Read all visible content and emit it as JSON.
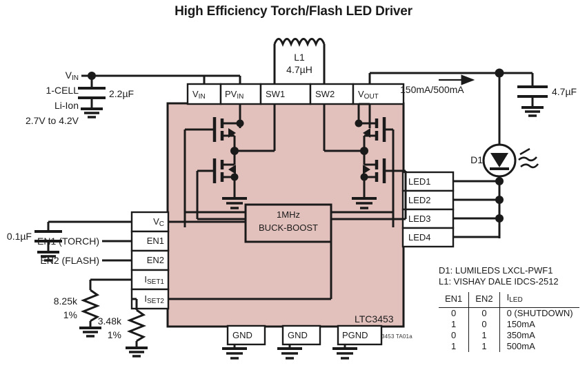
{
  "title": "High Efficiency Torch/Flash LED Driver",
  "part": {
    "name": "LTC3453",
    "doc_id": "3453 TA01a"
  },
  "colors": {
    "chip_fill": "#e2c0bc",
    "line": "#1a1a1a",
    "background": "#ffffff"
  },
  "source": {
    "vin_label": "V",
    "vin_sub": "IN",
    "line1": "1-CELL",
    "line2": "Li-Ion",
    "line3": "2.7V to 4.2V",
    "input_cap": "2.2µF"
  },
  "inductor": {
    "ref": "L1",
    "value": "4.7µH"
  },
  "output": {
    "vout_label": "V",
    "vout_sub": "OUT",
    "current": "150mA/500mA",
    "output_cap": "4.7µF"
  },
  "compensation": {
    "cap": "0.1µF"
  },
  "controls": [
    {
      "label": "EN1 (TORCH)"
    },
    {
      "label": "EN2 (FLASH)"
    }
  ],
  "resistors": [
    {
      "value": "8.25k",
      "tolerance": "1%"
    },
    {
      "value": "3.48k",
      "tolerance": "1%"
    }
  ],
  "core_block": {
    "line1": "1MHz",
    "line2": "BUCK-BOOST"
  },
  "pins": {
    "top": [
      {
        "name": "V",
        "sub": "IN"
      },
      {
        "name": "PV",
        "sub": "IN"
      },
      {
        "name": "SW1",
        "sub": ""
      },
      {
        "name": "SW2",
        "sub": ""
      },
      {
        "name": "V",
        "sub": "OUT"
      }
    ],
    "left": [
      {
        "name": "V",
        "sub": "C"
      },
      {
        "name": "EN1",
        "sub": ""
      },
      {
        "name": "EN2",
        "sub": ""
      },
      {
        "name": "I",
        "sub": "SET1"
      },
      {
        "name": "I",
        "sub": "SET2"
      }
    ],
    "right": [
      {
        "name": "LED1"
      },
      {
        "name": "LED2"
      },
      {
        "name": "LED3"
      },
      {
        "name": "LED4"
      }
    ],
    "bottom": [
      {
        "name": "GND"
      },
      {
        "name": "GND"
      },
      {
        "name": "PGND"
      }
    ]
  },
  "led": {
    "ref": "D1"
  },
  "notes": [
    "D1: LUMILEDS LXCL-PWF1",
    "L1: VISHAY DALE IDCS-2512"
  ],
  "truth_table": {
    "headers": [
      {
        "text": "EN1",
        "sub": ""
      },
      {
        "text": "EN2",
        "sub": ""
      },
      {
        "text": "I",
        "sub": "LED"
      }
    ],
    "rows": [
      {
        "en1": "0",
        "en2": "0",
        "iled": "0 (SHUTDOWN)"
      },
      {
        "en1": "1",
        "en2": "0",
        "iled": "150mA"
      },
      {
        "en1": "0",
        "en2": "1",
        "iled": "350mA"
      },
      {
        "en1": "1",
        "en2": "1",
        "iled": "500mA"
      }
    ]
  }
}
